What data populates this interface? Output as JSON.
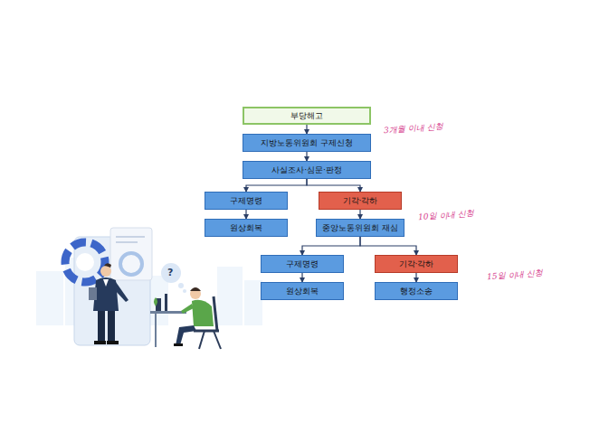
{
  "diagram": {
    "nodes": [
      {
        "text": [
          "부당해고"
        ]
      },
      {
        "text": [
          "지방노동위원회 구제신청"
        ]
      },
      {
        "text": [
          "사실조사·심문·판정"
        ]
      },
      {
        "text": [
          "구제명령"
        ]
      },
      {
        "text": [
          "기각·각하"
        ]
      },
      {
        "text": [
          "원상회복"
        ]
      },
      {
        "text": [
          "중앙노동위원회 재심"
        ]
      },
      {
        "text": [
          "구제명령"
        ]
      },
      {
        "text": [
          "기각·각하"
        ]
      },
      {
        "text": [
          "원상회복"
        ]
      },
      {
        "text": [
          "행정소송"
        ]
      }
    ],
    "edges": [
      {
        "from": 0,
        "to": 1,
        "arrow": "to"
      },
      {
        "from": 1,
        "to": 2,
        "arrow": "to"
      },
      {
        "from": 2,
        "to": 3,
        "arrow": "to"
      },
      {
        "from": 2,
        "to": 4,
        "arrow": "to"
      },
      {
        "from": 3,
        "to": 5,
        "arrow": "to"
      },
      {
        "from": 4,
        "to": 6,
        "arrow": "to"
      },
      {
        "from": 6,
        "to": 7,
        "arrow": "to"
      },
      {
        "from": 6,
        "to": 8,
        "arrow": "to"
      },
      {
        "from": 7,
        "to": 9,
        "arrow": "to"
      },
      {
        "from": 8,
        "to": 10,
        "arrow": "to"
      }
    ],
    "labels": [
      "3개월 이내 신청",
      "10일 이내 신청",
      "15일 이내 신청",
      "?"
    ]
  }
}
